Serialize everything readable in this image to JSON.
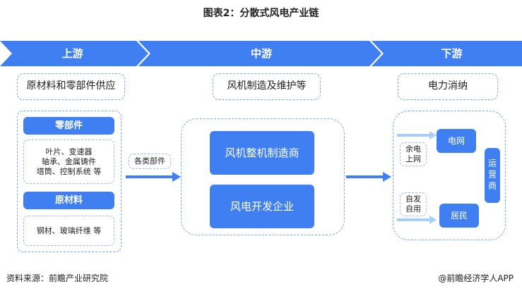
{
  "title": "图表2：分散式风电产业链",
  "stages": {
    "upstream": "上游",
    "midstream": "中游",
    "downstream": "下游"
  },
  "upstream": {
    "header": "原材料和零部件供应",
    "parts_label": "零部件",
    "parts_items": [
      "叶片、变速器",
      "轴承、金属铸件",
      "塔筒、控制系统 等"
    ],
    "materials_label": "原材料",
    "materials_items": "钢材、玻璃纤维 等"
  },
  "connector_label": "各类部件",
  "midstream": {
    "header": "风机制造及维护等",
    "items": [
      "风机整机制造商",
      "风电开发企业"
    ]
  },
  "downstream": {
    "header": "电力消纳",
    "grid": "电网",
    "residents": "居民",
    "operator": "运营商",
    "surplus": [
      "余电",
      "上网"
    ],
    "self_use": [
      "自发",
      "自用"
    ]
  },
  "footer": {
    "source": "资料来源：前瞻产业研究院",
    "brand": "@前瞻经济学人APP"
  },
  "colors": {
    "primary": "#3f7ff2",
    "light": "#a9cdf7",
    "dashed": "#7aa8e8"
  }
}
